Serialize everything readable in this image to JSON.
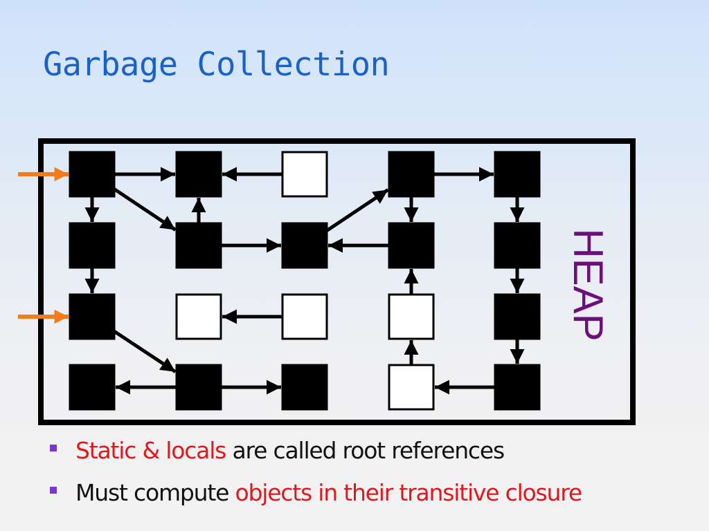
{
  "slide": {
    "title": "Garbage Collection"
  },
  "heap": {
    "label": "HEAP",
    "label_color": "#6b0f7a",
    "root_arrow_color": "#f07c1a",
    "frame_color": "#000000",
    "reachable_fill": "#000000",
    "unreachable_fill": "#ffffff",
    "roots": [
      "r0c0",
      "r2c0"
    ],
    "nodes": [
      {
        "id": "r0c0",
        "reachable": true
      },
      {
        "id": "r0c1",
        "reachable": true
      },
      {
        "id": "r0c2",
        "reachable": false
      },
      {
        "id": "r0c3",
        "reachable": true
      },
      {
        "id": "r0c4",
        "reachable": true
      },
      {
        "id": "r1c0",
        "reachable": true
      },
      {
        "id": "r1c1",
        "reachable": true
      },
      {
        "id": "r1c2",
        "reachable": true
      },
      {
        "id": "r1c3",
        "reachable": true
      },
      {
        "id": "r1c4",
        "reachable": true
      },
      {
        "id": "r2c0",
        "reachable": true
      },
      {
        "id": "r2c1",
        "reachable": false
      },
      {
        "id": "r2c2",
        "reachable": false
      },
      {
        "id": "r2c3",
        "reachable": false
      },
      {
        "id": "r2c4",
        "reachable": true
      },
      {
        "id": "r3c0",
        "reachable": true
      },
      {
        "id": "r3c1",
        "reachable": true
      },
      {
        "id": "r3c2",
        "reachable": true
      },
      {
        "id": "r3c3",
        "reachable": false
      },
      {
        "id": "r3c4",
        "reachable": true
      }
    ],
    "edges": [
      {
        "from": "r0c0",
        "to": "r0c1"
      },
      {
        "from": "r0c2",
        "to": "r0c1"
      },
      {
        "from": "r0c0",
        "to": "r1c0"
      },
      {
        "from": "r0c0",
        "to": "r1c1"
      },
      {
        "from": "r1c1",
        "to": "r0c1"
      },
      {
        "from": "r1c1",
        "to": "r1c2"
      },
      {
        "from": "r1c2",
        "to": "r0c3"
      },
      {
        "from": "r1c3",
        "to": "r1c2"
      },
      {
        "from": "r0c3",
        "to": "r1c3"
      },
      {
        "from": "r0c3",
        "to": "r0c4"
      },
      {
        "from": "r0c4",
        "to": "r1c4"
      },
      {
        "from": "r1c0",
        "to": "r2c0"
      },
      {
        "from": "r2c0",
        "to": "r3c1"
      },
      {
        "from": "r2c2",
        "to": "r2c1"
      },
      {
        "from": "r2c3",
        "to": "r1c3"
      },
      {
        "from": "r1c4",
        "to": "r2c4"
      },
      {
        "from": "r2c4",
        "to": "r3c4"
      },
      {
        "from": "r3c3",
        "to": "r2c3"
      },
      {
        "from": "r3c4",
        "to": "r3c3"
      },
      {
        "from": "r3c1",
        "to": "r3c0"
      },
      {
        "from": "r3c1",
        "to": "r3c2"
      }
    ]
  },
  "bullets": [
    {
      "highlight": "Static & locals",
      "text": " are called root references"
    },
    {
      "text": "Must compute ",
      "highlight": "objects in their transitive closure"
    }
  ]
}
